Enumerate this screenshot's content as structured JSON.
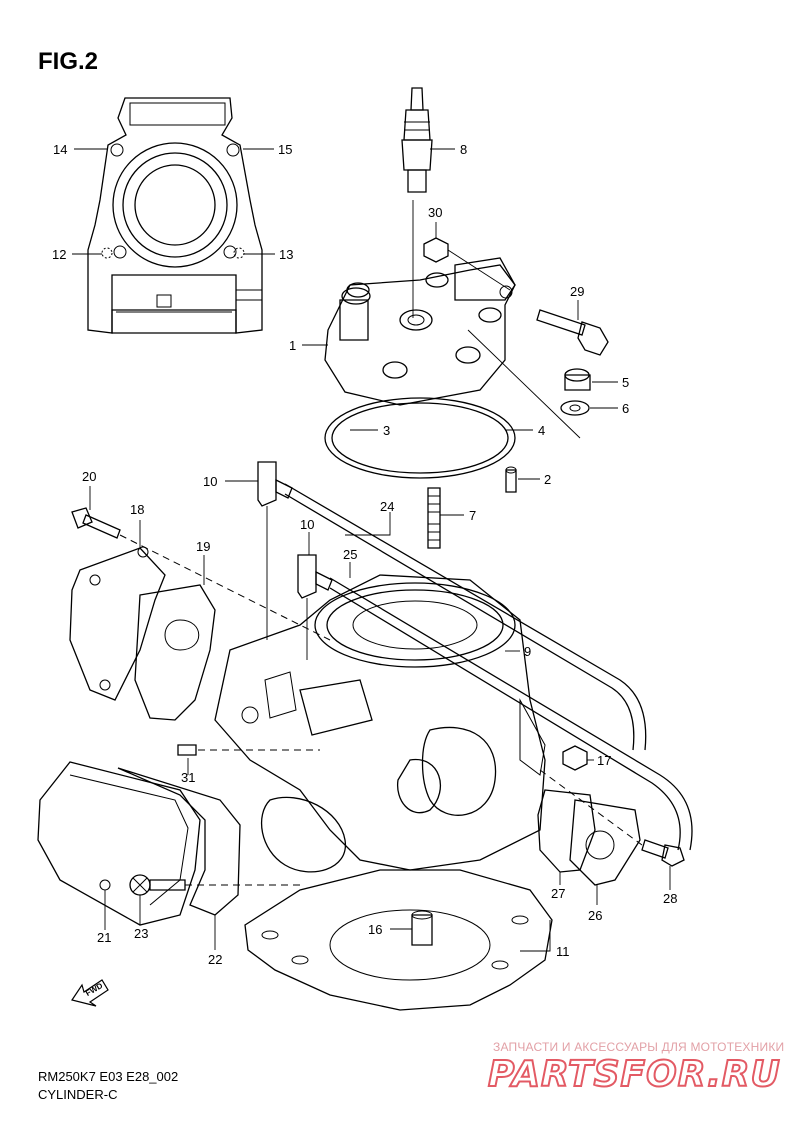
{
  "figure": {
    "title": "FIG.2"
  },
  "callouts": [
    {
      "label": "14"
    },
    {
      "label": "15"
    },
    {
      "label": "12"
    },
    {
      "label": "13"
    },
    {
      "label": "8"
    },
    {
      "label": "30"
    },
    {
      "label": "29"
    },
    {
      "label": "1"
    },
    {
      "label": "5"
    },
    {
      "label": "6"
    },
    {
      "label": "3"
    },
    {
      "label": "4"
    },
    {
      "label": "2"
    },
    {
      "label": "20"
    },
    {
      "label": "10"
    },
    {
      "label": "24"
    },
    {
      "label": "7"
    },
    {
      "label": "18"
    },
    {
      "label": "19"
    },
    {
      "label": "10"
    },
    {
      "label": "25"
    },
    {
      "label": "9"
    },
    {
      "label": "31"
    },
    {
      "label": "17"
    },
    {
      "label": "21"
    },
    {
      "label": "23"
    },
    {
      "label": "22"
    },
    {
      "label": "27"
    },
    {
      "label": "26"
    },
    {
      "label": "28"
    },
    {
      "label": "16"
    },
    {
      "label": "11"
    }
  ],
  "caption": {
    "model": "RM250K7 E03 E28_002",
    "section": "CYLINDER-C"
  },
  "fwd_marker": "FWD",
  "watermark": {
    "tagline": "ЗАПЧАСТИ И АКСЕССУАРЫ ДЛЯ МОТОТЕХНИКИ",
    "brand": "PARTSFOR.RU",
    "color": "#e35a64"
  }
}
